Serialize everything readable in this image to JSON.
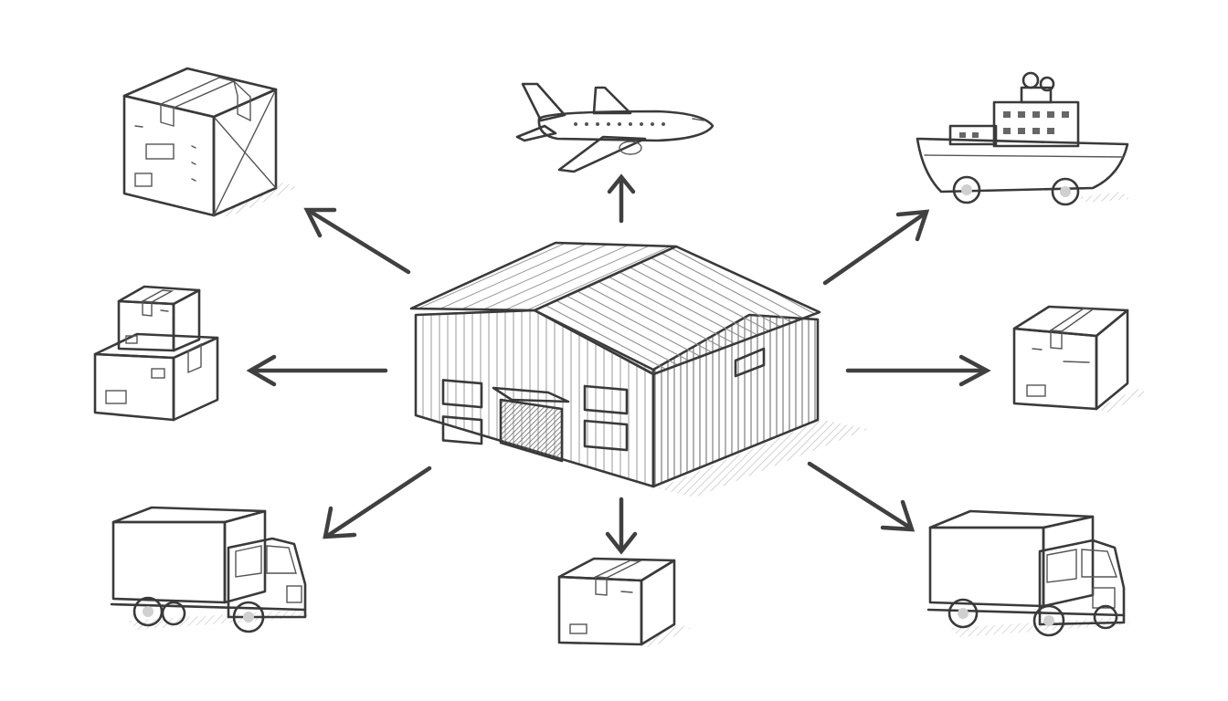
{
  "diagram": {
    "hub": {
      "icon": "warehouse-icon"
    },
    "destinations": [
      {
        "id": "top-left",
        "icon": "parcel-box-icon"
      },
      {
        "id": "top",
        "icon": "airplane-icon"
      },
      {
        "id": "top-right",
        "icon": "cargo-ship-icon"
      },
      {
        "id": "left",
        "icon": "stacked-boxes-icon"
      },
      {
        "id": "right",
        "icon": "parcel-box-icon"
      },
      {
        "id": "bottom-left",
        "icon": "delivery-truck-icon"
      },
      {
        "id": "bottom",
        "icon": "parcel-box-icon"
      },
      {
        "id": "bottom-right",
        "icon": "delivery-truck-icon"
      }
    ],
    "colors": {
      "ink": "#3a3a3a",
      "paper": "#ffffff",
      "shade": "#8c8c8c"
    }
  }
}
